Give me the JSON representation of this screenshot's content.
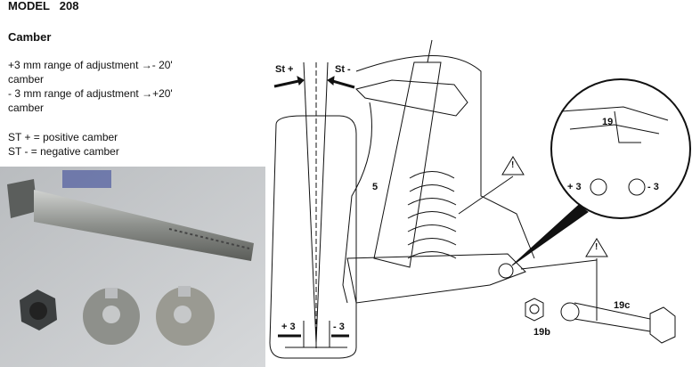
{
  "header": {
    "model_label": "MODEL",
    "model_number": "208",
    "section_title": "Camber"
  },
  "description": {
    "line1": "+3 mm range of adjustment →- 20'",
    "line1b": "camber",
    "line2": "- 3 mm range of adjustment →+20'",
    "line2b": "camber",
    "legend1": "ST + = positive camber",
    "legend2": "ST - = negative camber"
  },
  "diagram": {
    "st_plus": "St +",
    "st_minus": "St -",
    "plus3": "+ 3",
    "minus3": "- 3",
    "part5": "5",
    "part19": "19",
    "detail_plus3": "+ 3",
    "detail_minus3": "- 3",
    "part19b": "19b",
    "part19c": "19c",
    "warning": "!"
  }
}
